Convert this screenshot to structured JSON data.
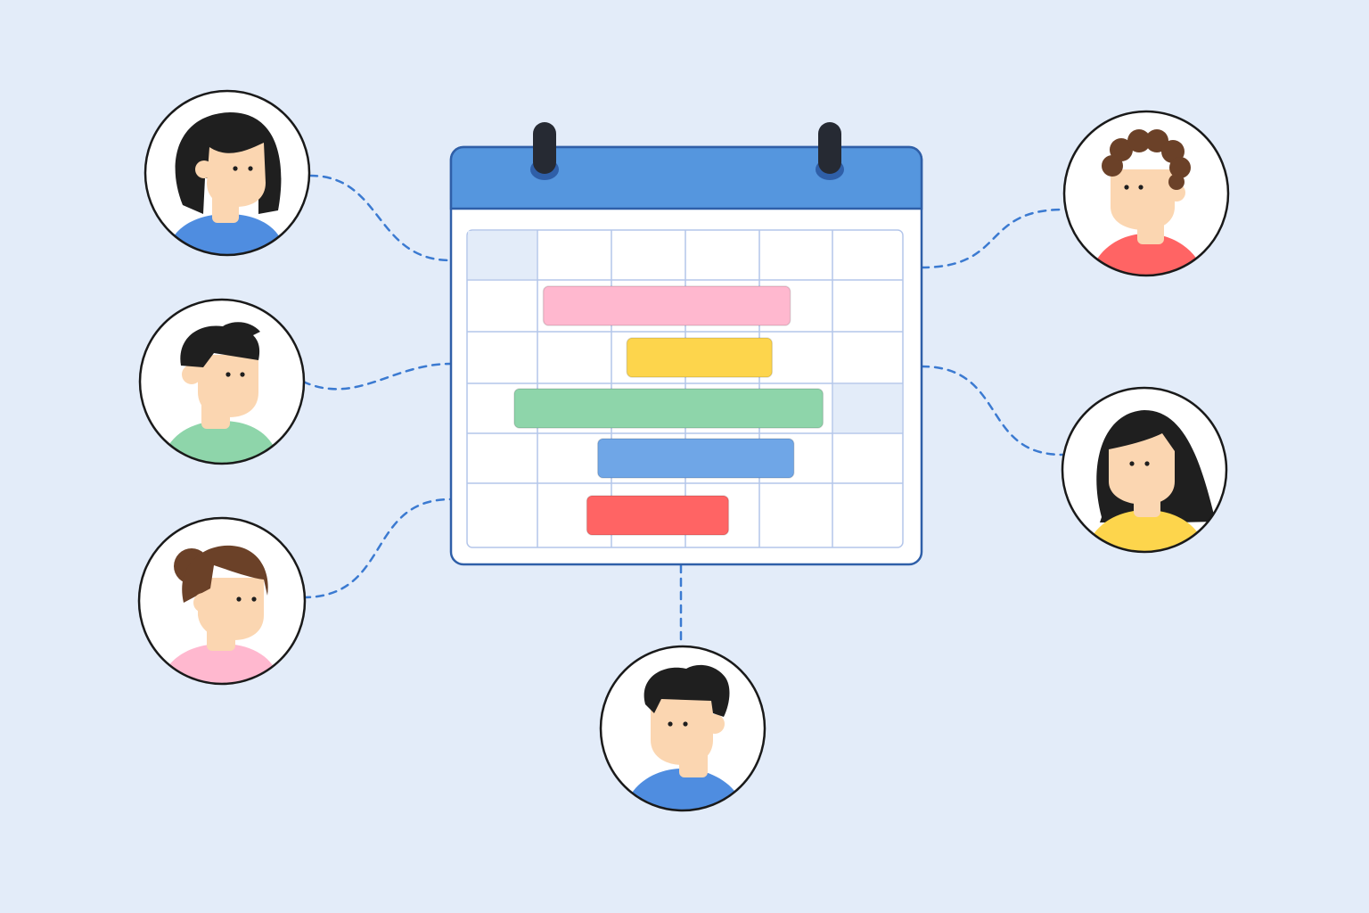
{
  "colors": {
    "background": "#e3ecf9",
    "calendar_header": "#5596de",
    "calendar_border": "#2f5fa8",
    "grid_line": "#b4c6ea",
    "connector": "#3b7ad1",
    "outline": "#1a1a1a",
    "skin": "#fbd6b1"
  },
  "calendar": {
    "columns": 6,
    "rows": 6,
    "highlighted_cells": [
      [
        0,
        0
      ],
      [
        3,
        5
      ]
    ],
    "bars": [
      {
        "row": 1,
        "start_col": 1.05,
        "end_col": 4.45,
        "color": "#ffb8cf"
      },
      {
        "row": 2,
        "start_col": 2.2,
        "end_col": 4.2,
        "color": "#fdd54c"
      },
      {
        "row": 3,
        "start_col": 0.65,
        "end_col": 4.9,
        "color": "#8ed5aa"
      },
      {
        "row": 4,
        "start_col": 1.8,
        "end_col": 4.5,
        "color": "#6fa6e7"
      },
      {
        "row": 5,
        "start_col": 1.65,
        "end_col": 3.6,
        "color": "#ff6464"
      }
    ]
  },
  "people": [
    {
      "name": "person-woman-blue-shirt",
      "hair": "long-black",
      "shirt": "#4f8de0",
      "hair_color": "#1f1f1f"
    },
    {
      "name": "person-man-green-shirt",
      "hair": "short-black",
      "shirt": "#8ed5aa",
      "hair_color": "#1f1f1f"
    },
    {
      "name": "person-woman-pink-shirt",
      "hair": "bun-brown",
      "shirt": "#ffb8cf",
      "hair_color": "#6b4128"
    },
    {
      "name": "person-man-blue-shirt",
      "hair": "short-black",
      "shirt": "#4f8de0",
      "hair_color": "#1f1f1f"
    },
    {
      "name": "person-curly-red-shirt",
      "hair": "curly-brown",
      "shirt": "#ff6464",
      "hair_color": "#6b4128"
    },
    {
      "name": "person-woman-yellow-shirt",
      "hair": "long-black",
      "shirt": "#fdd54c",
      "hair_color": "#1f1f1f"
    }
  ]
}
